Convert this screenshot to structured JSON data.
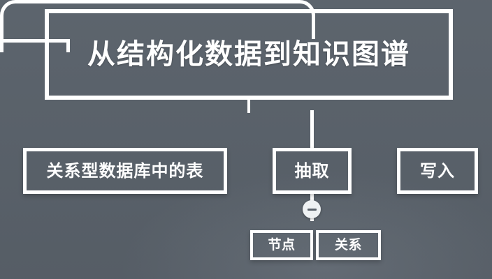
{
  "diagram": {
    "title": "从结构化数据到知识图谱",
    "background_color": "#5a626b",
    "line_color": "#ffffff",
    "root": {
      "id": "title-box",
      "label": "从结构化数据到知识图谱"
    },
    "level2": [
      {
        "id": "box-table",
        "label": "关系型数据库中的表"
      },
      {
        "id": "box-extract",
        "label": "抽取"
      },
      {
        "id": "box-write",
        "label": "写入"
      }
    ],
    "level3": [
      {
        "id": "box-node",
        "label": "节点"
      },
      {
        "id": "box-relation",
        "label": "关系"
      }
    ],
    "toggle": {
      "id": "collapse-toggle",
      "icon": "minus-circle-icon",
      "state": "expanded",
      "symbol": "−"
    }
  }
}
